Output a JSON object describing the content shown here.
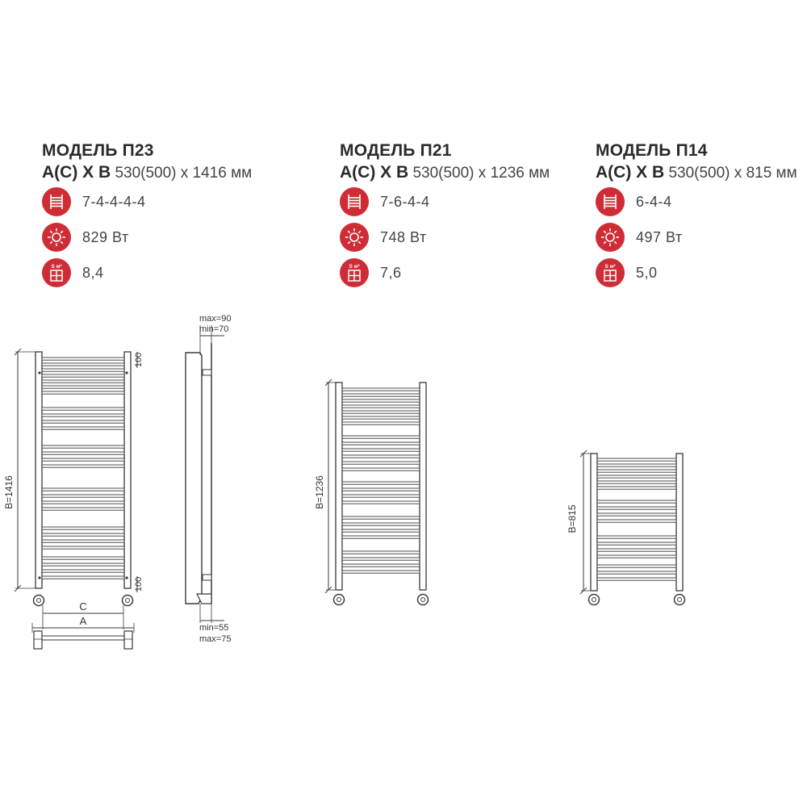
{
  "models": [
    {
      "title": "МОДЕЛЬ П23",
      "dims_label": "А(С) Х В",
      "dims_value": "530(500) х 1416 мм",
      "sections": "7-4-4-4-4",
      "power": "829 Вт",
      "area": "8,4"
    },
    {
      "title": "МОДЕЛЬ П21",
      "dims_label": "А(С) Х В",
      "dims_value": "530(500) х 1236 мм",
      "sections": "7-6-4-4",
      "power": "748 Вт",
      "area": "7,6"
    },
    {
      "title": "МОДЕЛЬ П14",
      "dims_label": "А(С) Х В",
      "dims_value": "530(500) х 815 мм",
      "sections": "6-4-4",
      "power": "497 Вт",
      "area": "5,0"
    }
  ],
  "icons": {
    "sections": "ladder-sections-icon",
    "power": "sun-heat-icon",
    "area": "area-m2-icon",
    "badge_color": "#cf2d35",
    "badge_text": "S м²"
  },
  "drawings": {
    "p23": {
      "height_label": "B=1416",
      "top_offset": "100",
      "bottom_offset": "100",
      "width_c": "C",
      "width_a": "A"
    },
    "side": {
      "top_max": "max=90",
      "top_min": "min=70",
      "bottom_min": "min=55",
      "bottom_max": "max=75"
    },
    "p21": {
      "height_label": "B=1236"
    },
    "p14": {
      "height_label": "B=815"
    }
  }
}
